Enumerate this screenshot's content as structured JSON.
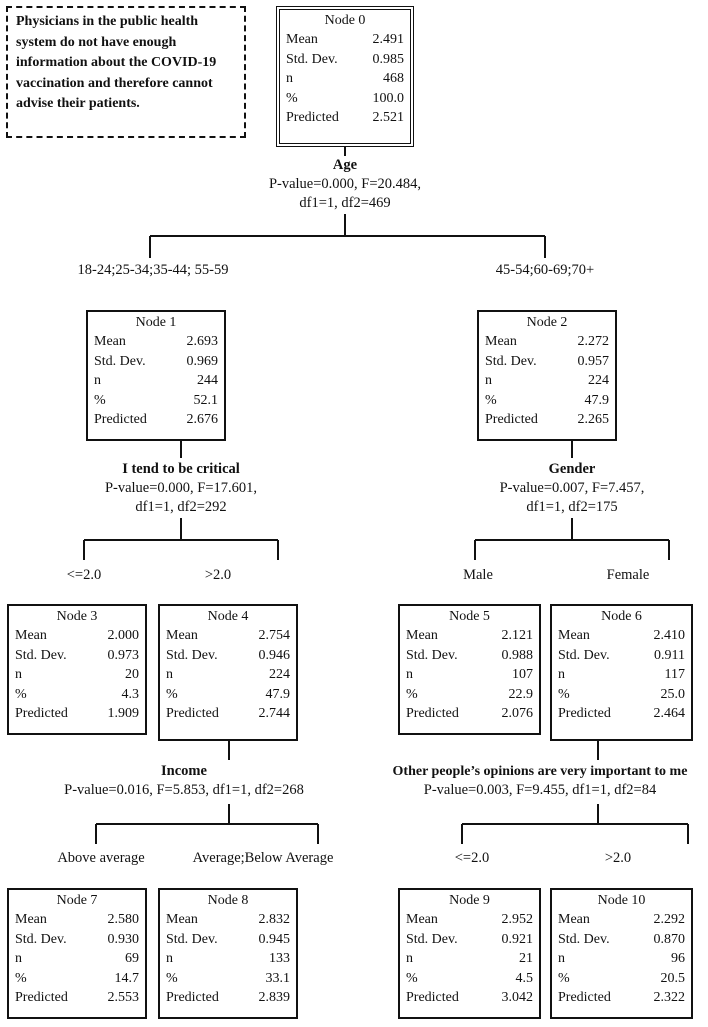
{
  "note": "Physicians in the public health system do not have enough information about the COVID-19 vaccination and therefore cannot advise their patients.",
  "nodes": [
    {
      "title": "Node 0",
      "mean": "2.491",
      "sd": "0.985",
      "n": "468",
      "pct": "100.0",
      "pred": "2.521"
    },
    {
      "title": "Node 1",
      "mean": "2.693",
      "sd": "0.969",
      "n": "244",
      "pct": "52.1",
      "pred": "2.676"
    },
    {
      "title": "Node 2",
      "mean": "2.272",
      "sd": "0.957",
      "n": "224",
      "pct": "47.9",
      "pred": "2.265"
    },
    {
      "title": "Node 3",
      "mean": "2.000",
      "sd": "0.973",
      "n": "20",
      "pct": "4.3",
      "pred": "1.909"
    },
    {
      "title": "Node 4",
      "mean": "2.754",
      "sd": "0.946",
      "n": "224",
      "pct": "47.9",
      "pred": "2.744"
    },
    {
      "title": "Node 5",
      "mean": "2.121",
      "sd": "0.988",
      "n": "107",
      "pct": "22.9",
      "pred": "2.076"
    },
    {
      "title": "Node 6",
      "mean": "2.410",
      "sd": "0.911",
      "n": "117",
      "pct": "25.0",
      "pred": "2.464"
    },
    {
      "title": "Node 7",
      "mean": "2.580",
      "sd": "0.930",
      "n": "69",
      "pct": "14.7",
      "pred": "2.553"
    },
    {
      "title": "Node 8",
      "mean": "2.832",
      "sd": "0.945",
      "n": "133",
      "pct": "33.1",
      "pred": "2.839"
    },
    {
      "title": "Node 9",
      "mean": "2.952",
      "sd": "0.921",
      "n": "21",
      "pct": "4.5",
      "pred": "3.042"
    },
    {
      "title": "Node 10",
      "mean": "2.292",
      "sd": "0.870",
      "n": "96",
      "pct": "20.5",
      "pred": "2.322"
    }
  ],
  "row_labels": {
    "mean": "Mean",
    "sd": "Std. Dev.",
    "n": "n",
    "pct": "%",
    "pred": "Predicted"
  },
  "splits": [
    {
      "variable": "Age",
      "stats1": "P-value=0.000,  F=20.484,",
      "stats2": "df1=1,  df2=469"
    },
    {
      "variable": "I tend to be critical",
      "stats1": "P-value=0.000,  F=17.601,",
      "stats2": "df1=1,  df2=292"
    },
    {
      "variable": "Gender",
      "stats1": "P-value=0.007,  F=7.457,",
      "stats2": "df1=1,  df2=175"
    },
    {
      "variable": "Income",
      "stats1": "P-value=0.016,  F=5.853,  df1=1,  df2=268",
      "stats2": ""
    },
    {
      "variable": "Other people’s opinions are very important  to me",
      "stats1": "P-value=0.003,  F=9.455,  df1=1,  df2=84",
      "stats2": ""
    }
  ],
  "branches": {
    "age_left": "18-24;25-34;35-44; 55-59",
    "age_right": "45-54;60-69;70+",
    "critical_left": "<=2.0",
    "critical_right": ">2.0",
    "gender_left": "Male",
    "gender_right": "Female",
    "income_left": "Above average",
    "income_right": "Average;Below  Average",
    "opinions_left": "<=2.0",
    "opinions_right": ">2.0"
  }
}
